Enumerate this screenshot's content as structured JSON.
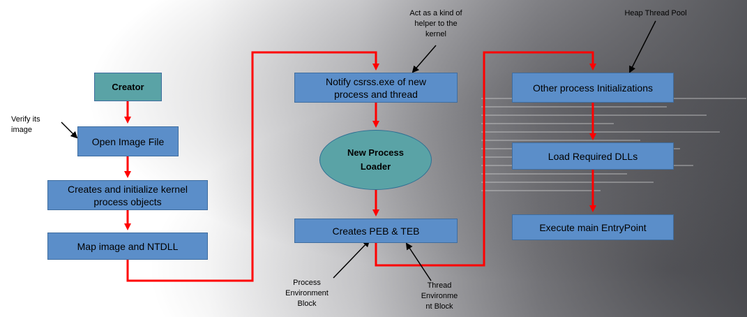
{
  "nodes": {
    "creator": "Creator",
    "open_image_file": "Open Image File",
    "creates_kernel_objects_line1": "Creates and initialize kernel",
    "creates_kernel_objects_line2": "process objects",
    "map_image": "Map image and NTDLL",
    "notify_csrss_line1": "Notify csrss.exe of new",
    "notify_csrss_line2": "process and thread",
    "new_process_loader_line1": "New Process",
    "new_process_loader_line2": "Loader",
    "creates_peb_teb": "Creates PEB & TEB",
    "other_init": "Other process Initializations",
    "load_dlls": "Load Required DLLs",
    "execute_entry": "Execute main EntryPoint"
  },
  "notes": {
    "verify_line1": "Verify its",
    "verify_line2": "image",
    "helper_line1": "Act as a kind of",
    "helper_line2": "helper to the",
    "helper_line3": "kernel",
    "heap_pool": "Heap Thread Pool",
    "peb_line1": "Process",
    "peb_line2": "Environment",
    "peb_line3": "Block",
    "teb_line1": "Thread",
    "teb_line2": "Environme",
    "teb_line3": "nt Block"
  },
  "colors": {
    "box_fill": "#5b8ec9",
    "teal_fill": "#5aa3a6",
    "flow_arrow": "#ff0000",
    "pointer_arrow": "#000000"
  }
}
